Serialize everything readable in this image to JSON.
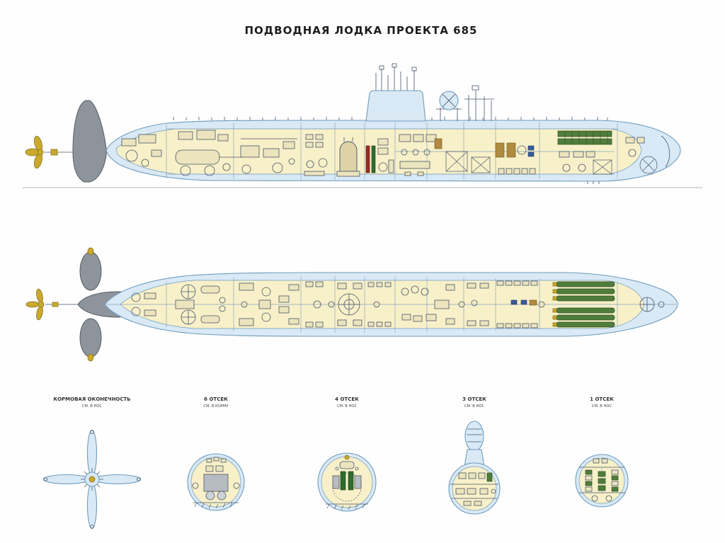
{
  "title": "ПОДВОДНАЯ ЛОДКА ПРОЕКТА 685",
  "cross_sections": [
    {
      "label": "КОРМОВАЯ ОКОНЕЧНОСТЬ",
      "sublabel": "СМ. В НОС"
    },
    {
      "label": "6 ОТСЕК",
      "sublabel": "СМ. В КОРМУ"
    },
    {
      "label": "4 ОТСЕК",
      "sublabel": "СМ. В НОС"
    },
    {
      "label": "3 ОТСЕК",
      "sublabel": "СМ. В НОС"
    },
    {
      "label": "1 ОТСЕК",
      "sublabel": "СМ. В НОС"
    }
  ],
  "colors": {
    "hull_fill": "#d9e9f5",
    "hull_stroke": "#6f9cbe",
    "interior_fill": "#f8f0c8",
    "machinery_line": "#46566c",
    "fin_gray": "#8d949c",
    "propeller_gold": "#c9a92e",
    "equipment_green": "#4f7d3c",
    "rod_red": "#9a2b1f",
    "rod_green": "#2f6b2f",
    "cabinet_tan": "#b08a40",
    "waterline_gray": "#b0b6ba"
  }
}
